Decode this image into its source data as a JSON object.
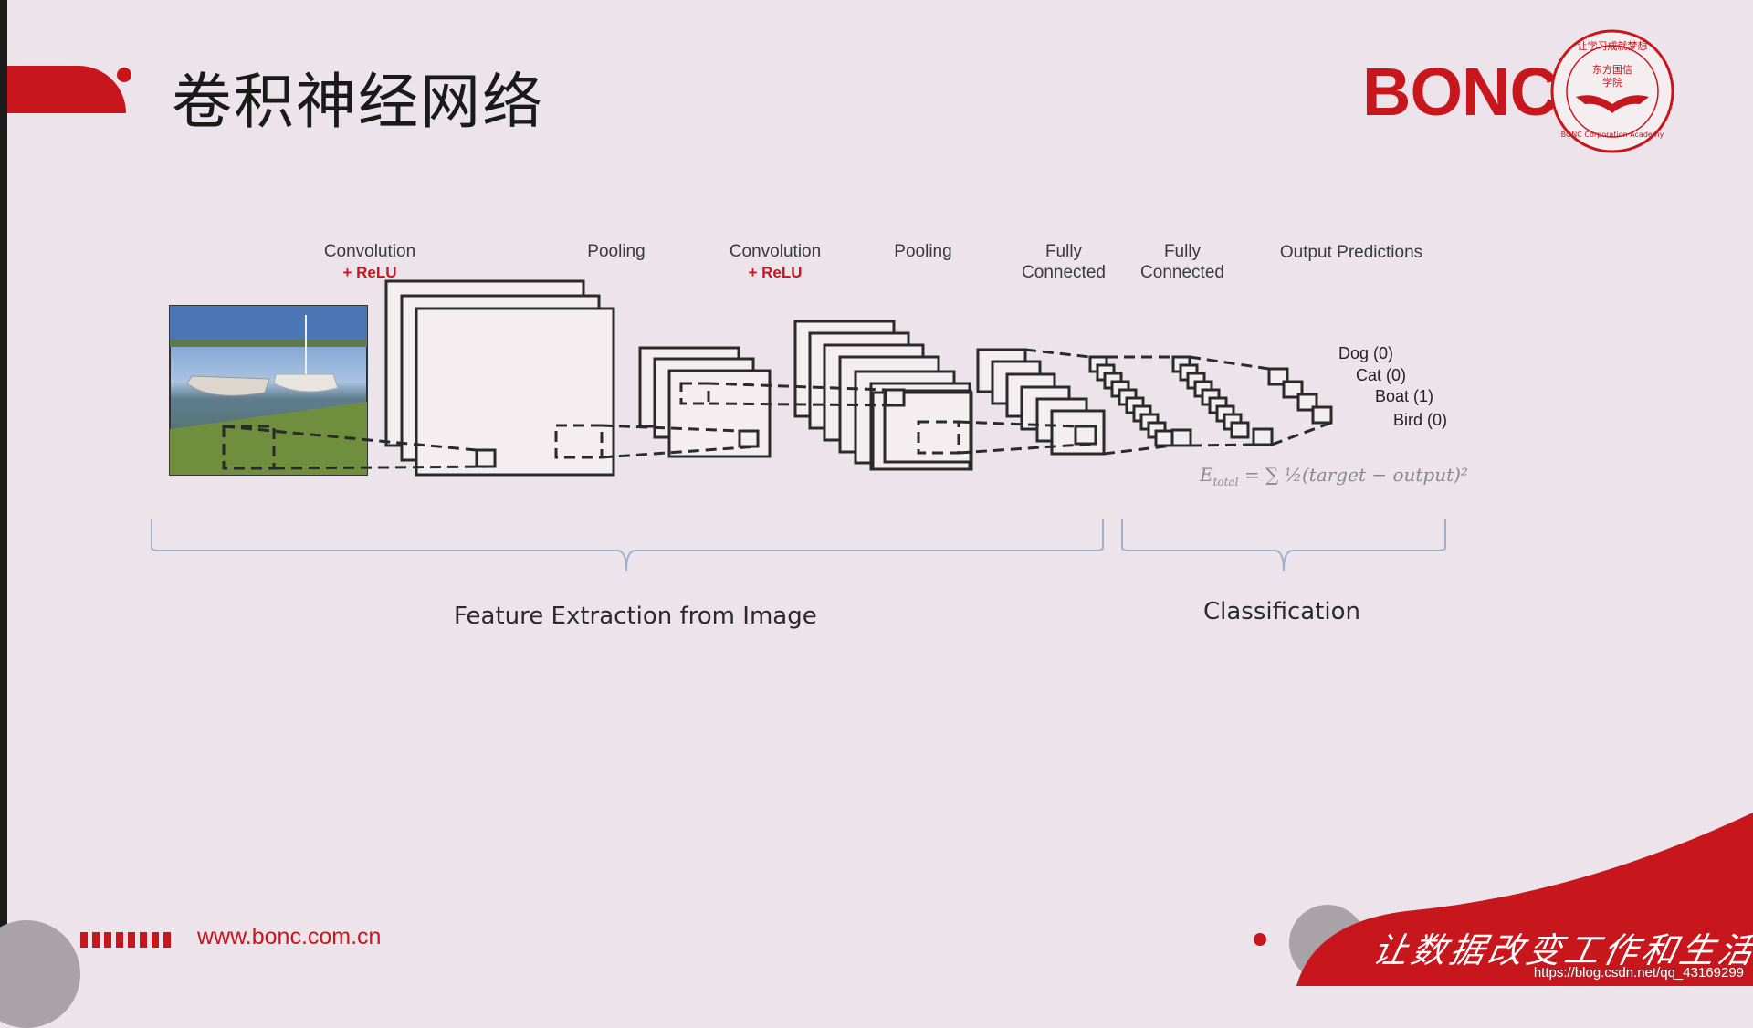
{
  "header": {
    "title": "卷积神经网络",
    "brand": "BONC"
  },
  "seal": {
    "top_text": "让学习成就梦想",
    "center_top": "东方国信",
    "center_bottom": "学院",
    "bottom_text": "BONC Corporation Academy"
  },
  "diagram": {
    "stages": [
      {
        "label": "Convolution",
        "sub": "+ ReLU"
      },
      {
        "label": "Pooling",
        "sub": ""
      },
      {
        "label": "Convolution",
        "sub": "+ ReLU"
      },
      {
        "label": "Pooling",
        "sub": ""
      },
      {
        "label": "Fully",
        "sub": "Connected"
      },
      {
        "label": "Fully",
        "sub": "Connected"
      },
      {
        "label": "Output Predictions",
        "sub": ""
      }
    ],
    "outputs": [
      "Dog (0)",
      "Cat (0)",
      "Boat (1)",
      "Bird (0)"
    ],
    "formula": {
      "lhs": "E",
      "lhs_sub": "total",
      "rhs": " = ∑ ½(target − output)²"
    },
    "sections": {
      "feature": "Feature Extraction from Image",
      "classification": "Classification"
    }
  },
  "footer": {
    "url": "www.bonc.com.cn",
    "slogan": "让数据改变工作和生活",
    "watermark": "https://blog.csdn.net/qq_43169299"
  },
  "colors": {
    "brand_red": "#c8161d",
    "background": "#ede3ea"
  }
}
